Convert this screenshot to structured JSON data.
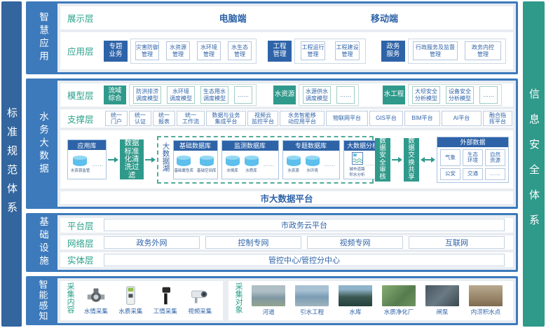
{
  "colors": {
    "primary_blue": "#2e63a8",
    "band_blue": "#3c7abc",
    "sidebar_blue": "#33659e",
    "teal": "#2f9a8b",
    "label_green": "#2aa18a",
    "panel_gray": "#e9edf2"
  },
  "frame": {
    "left_bar": "标准规范体系",
    "right_bar": "信息安全体系"
  },
  "app": {
    "label": "智慧应用",
    "display": {
      "label": "展示层",
      "pc": "电脑端",
      "mobile": "移动端"
    },
    "apply": {
      "label": "应用层",
      "groups": [
        {
          "head": "专题\n业务",
          "items": [
            "灾害防御\n管理",
            "水资源\n管理",
            "水环境\n管理",
            "水生态\n管理"
          ]
        },
        {
          "head": "工程\n管理",
          "items": [
            "工程运行\n管理",
            "工程建设\n管理"
          ]
        },
        {
          "head": "政务\n服务",
          "items": [
            "行政服务及监督\n管理",
            "政务内控\n管理"
          ]
        }
      ]
    }
  },
  "bigdata": {
    "label": "水务大数据",
    "model": {
      "label": "模型层",
      "groups": [
        {
          "head": "流域\n综合",
          "items": [
            "防洪排涝\n调度模型",
            "水环境\n调度模型",
            "生态用水\n调度模型"
          ],
          "dots": "……"
        },
        {
          "head": "水资源",
          "items": [
            "水源供水\n调度模型"
          ],
          "dots": "……"
        },
        {
          "head": "水工程",
          "items": [
            "大坝安全\n分析模型",
            "设备安全\n分析模型"
          ],
          "dots": "……"
        }
      ]
    },
    "support": {
      "label": "支撑层",
      "items": [
        "统一\n门户",
        "统一\n认证",
        "统一\n报表",
        "统一\n工作流",
        "数据与业务\n集成平台",
        "视频云\n监控平台",
        "水务智能移\n动应用平台",
        "物联网平台",
        "GIS平台",
        "BIM平台",
        "AI平台",
        "融合指\n挥平台"
      ]
    },
    "flow": {
      "applib": {
        "title": "应用库",
        "db_label": "水资源监管"
      },
      "process1": "数据标准化清洗过滤",
      "lake_label": "大数据湖",
      "groups": [
        {
          "title": "基础数据库",
          "dbs": [
            "基础属性库",
            "基础空间库"
          ],
          "dots": ""
        },
        {
          "title": "监测数据库",
          "dbs": [
            "水情库",
            "水质库"
          ],
          "dots": "……"
        },
        {
          "title": "专题数据库",
          "dbs": [
            "水资源",
            "水环境"
          ],
          "dots": "……"
        }
      ],
      "analysis": {
        "title": "大数据分析",
        "item": "城市道路\n积水分析",
        "dots": "……"
      },
      "process2": "数据安全审核",
      "process3": "数据交换共享",
      "external": {
        "title": "外部数据",
        "items": [
          "气象",
          "生态\n环境",
          "自然\n资源",
          "公安",
          "交通",
          "……"
        ]
      }
    },
    "platform_row": "市大数据平台"
  },
  "infra": {
    "label": "基础设施",
    "platform": {
      "label": "平台层",
      "value": "市政务云平台"
    },
    "network": {
      "label": "网络层",
      "items": [
        "政务外网",
        "控制专网",
        "视频专网",
        "互联网"
      ]
    },
    "entity": {
      "label": "实体层",
      "value": "管控中心/管控分中心"
    }
  },
  "sense": {
    "label": "智能感知",
    "content": {
      "label": "采集内容",
      "items": [
        {
          "name": "水情采集"
        },
        {
          "name": "水质采集"
        },
        {
          "name": "工情采集"
        },
        {
          "name": "视频采集"
        }
      ]
    },
    "objects": {
      "label": "采集对象",
      "items": [
        {
          "name": "河道"
        },
        {
          "name": "引水工程"
        },
        {
          "name": "水库"
        },
        {
          "name": "水质净化厂"
        },
        {
          "name": "闸泵"
        },
        {
          "name": "内涝积水点"
        }
      ]
    }
  },
  "misc": {
    "dots": "……"
  }
}
